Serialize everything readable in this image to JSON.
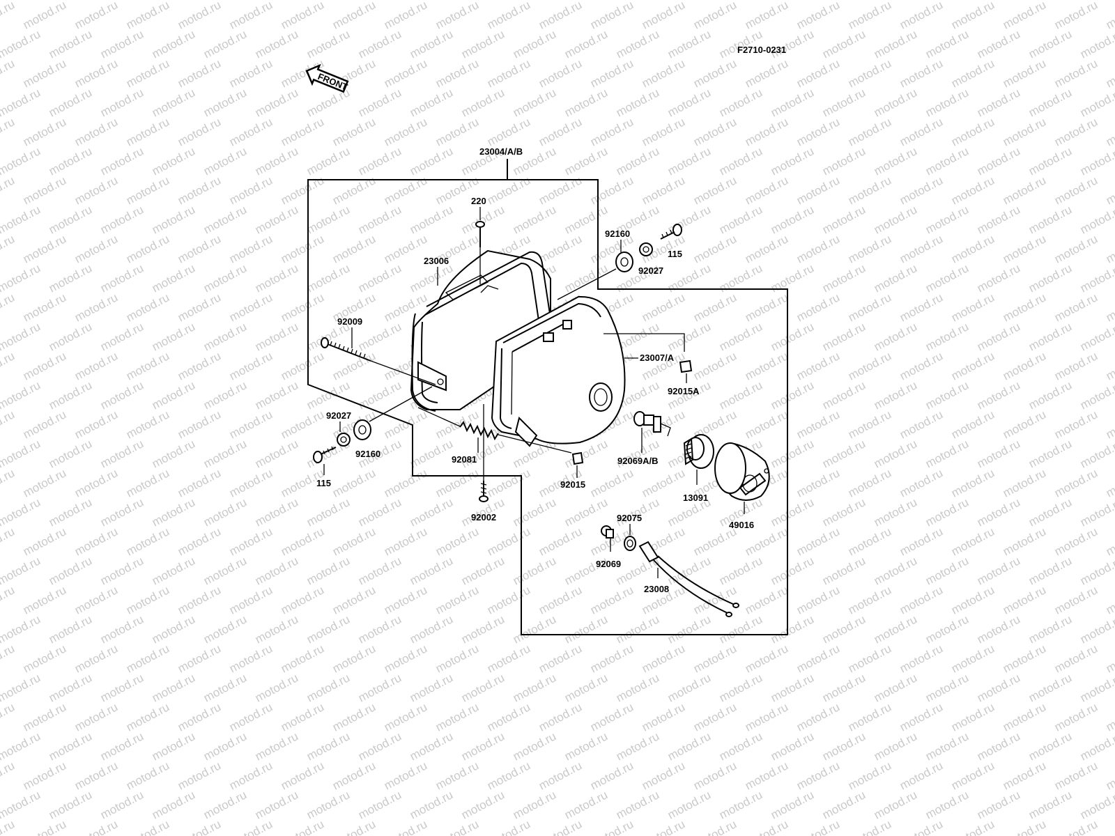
{
  "watermark": "motod.ru",
  "figure_code": "F2710-0231",
  "front_label": "FRONT",
  "labels": {
    "assembly": "23004/A/B",
    "p220": "220",
    "p23006": "23006",
    "p92009": "92009",
    "p92160_top": "92160",
    "p92027_top": "92027",
    "p115_top": "115",
    "p23007": "23007/A",
    "p92015A": "92015A",
    "p92027_left": "92027",
    "p92160_left": "92160",
    "p115_left": "115",
    "p92081": "92081",
    "p92002": "92002",
    "p92015": "92015",
    "p92069AB": "92069A/B",
    "p13091": "13091",
    "p49016": "49016",
    "p92075": "92075",
    "p92069": "92069",
    "p23008": "23008"
  }
}
